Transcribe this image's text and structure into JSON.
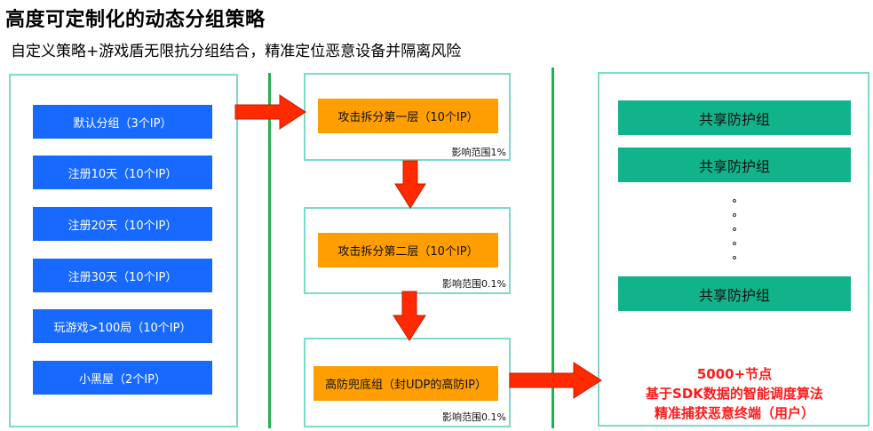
{
  "header": {
    "title": "高度可定制化的动态分组策略",
    "subtitle": "自定义策略+游戏盾无限抗分组结合，精准定位恶意设备并隔离风险"
  },
  "left_groups": [
    {
      "label": "默认分组（3个IP）"
    },
    {
      "label": "注册10天（10个IP）"
    },
    {
      "label": "注册20天（10个IP）"
    },
    {
      "label": "注册30天（10个IP）"
    },
    {
      "label": "玩游戏>100局（10个IP）"
    },
    {
      "label": "小黑屋（2个IP）"
    }
  ],
  "layers": [
    {
      "label": "攻击拆分第一层（10个IP）",
      "scope": "影响范围1%"
    },
    {
      "label": "攻击拆分第二层（10个IP）",
      "scope": "影响范围0.1%"
    },
    {
      "label": "高防兜底组（封UDP的高防IP）",
      "scope": "影响范围0.1%"
    }
  ],
  "shared_groups": [
    {
      "label": "共享防护组"
    },
    {
      "label": "共享防护组"
    },
    {
      "label": "共享防护组"
    }
  ],
  "right_notes": {
    "line1": "5000+节点",
    "line2": "基于SDK数据的智能调度算法",
    "line3": "精准捕获恶意终端（用户）"
  },
  "colors": {
    "blue": "#1769ff",
    "orange": "#ff9e00",
    "green": "#10b38a",
    "arrow_red": "#ff2a00",
    "divider_green": "#22b14c",
    "panel_border": "#7dd9c8",
    "note_red": "#ff1a1a"
  }
}
